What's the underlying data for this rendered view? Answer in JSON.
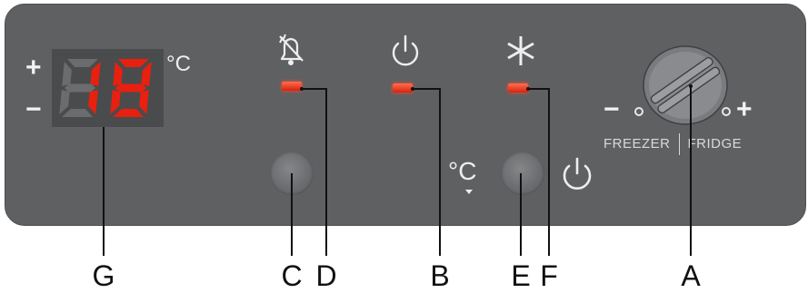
{
  "display": {
    "plus": "+",
    "minus": "−",
    "unit": "°C",
    "digits": "18",
    "digit_color": "#e8200f",
    "dim_segment_color": "#6b6c6e"
  },
  "alarm_off_icon": "alarm-bell-off",
  "power_icon": "power",
  "snowflake_icon": "snowflake",
  "temp_button_label": "°C",
  "dial": {
    "minus": "−",
    "plus": "+",
    "freezer": "FREEZER",
    "fridge": "FRIDGE"
  },
  "callouts": {
    "g": "G",
    "c": "C",
    "d": "D",
    "b": "B",
    "e": "E",
    "f": "F",
    "a": "A"
  },
  "colors": {
    "panel": "#5f6062",
    "led": "#ff4a2a"
  }
}
